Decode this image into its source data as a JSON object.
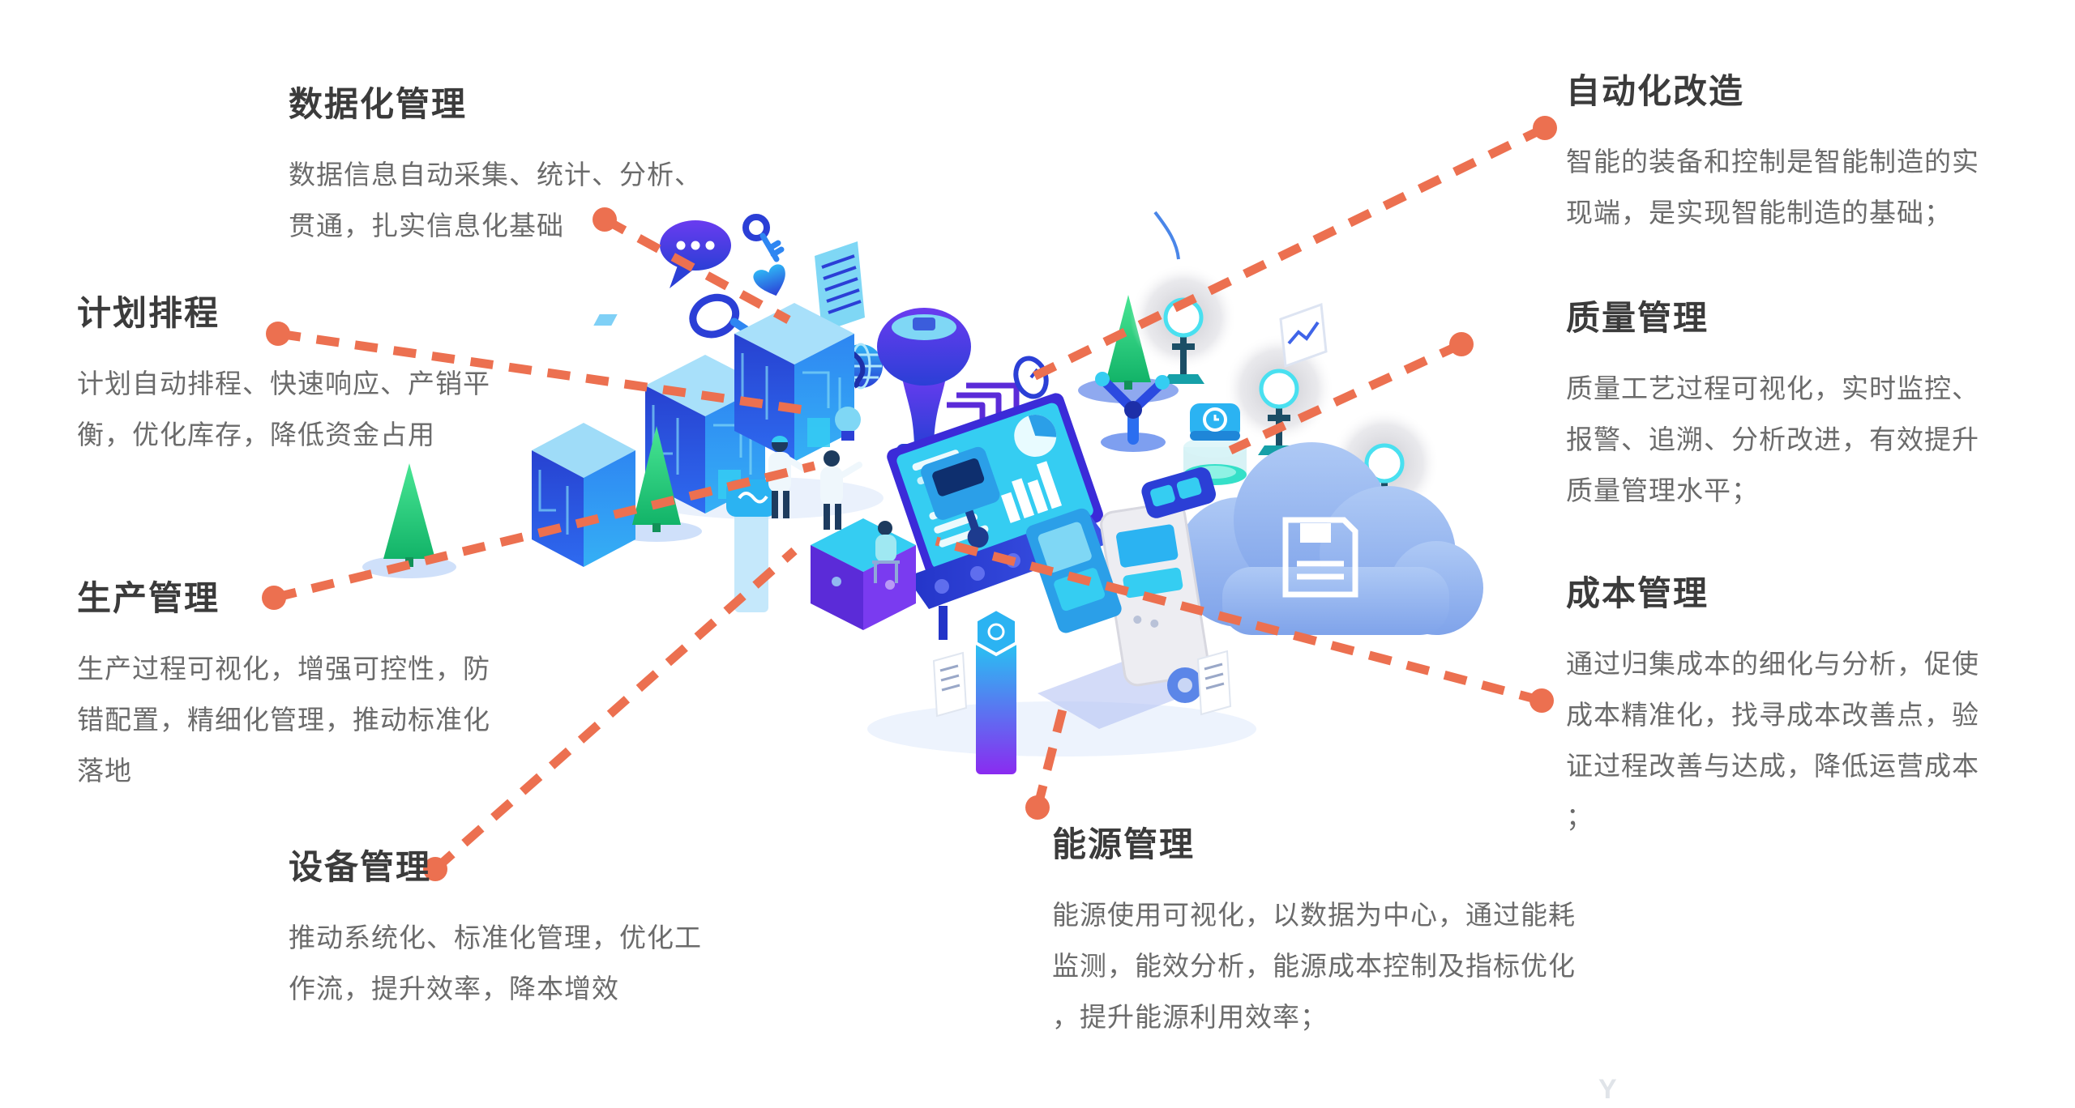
{
  "colors": {
    "accent": "#EC7050",
    "title_text": "#3B3B3B",
    "body_text": "#6B6B6B"
  },
  "watermark": "Y",
  "callouts": {
    "data_management": {
      "title": "数据化管理",
      "lines": [
        "数据信息自动采集、统计、分析、",
        "贯通，扎实信息化基础"
      ]
    },
    "plan_scheduling": {
      "title": "计划排程",
      "lines": [
        "计划自动排程、快速响应、产销平",
        "衡，优化库存，降低资金占用"
      ]
    },
    "production_management": {
      "title": "生产管理",
      "lines": [
        "生产过程可视化，增强可控性，防",
        "错配置，精细化管理，推动标准化",
        "落地"
      ]
    },
    "equipment_management": {
      "title": "设备管理",
      "lines": [
        "推动系统化、标准化管理，优化工",
        "作流，提升效率，降本增效"
      ]
    },
    "automation_upgrade": {
      "title": "自动化改造",
      "lines": [
        "智能的装备和控制是智能制造的实",
        "现端，是实现智能制造的基础；"
      ]
    },
    "quality_management": {
      "title": "质量管理",
      "lines": [
        "质量工艺过程可视化，实时监控、",
        "报警、追溯、分析改进，有效提升",
        "质量管理水平；"
      ]
    },
    "cost_management": {
      "title": "成本管理",
      "lines": [
        "通过归集成本的细化与分析，促使",
        "成本精准化，找寻成本改善点，验",
        "证过程改善与达成，降低运营成本",
        "；"
      ]
    },
    "energy_management": {
      "title": "能源管理",
      "lines": [
        "能源使用可视化，以数据为中心，通过能耗",
        "监测，能效分析，能源成本控制及指标优化",
        "，提升能源利用效率；"
      ]
    }
  },
  "illustration": {
    "description": "isometric smart-factory scene",
    "elements": [
      "circuit-cubes",
      "funnel-device",
      "speech-bubble-icon",
      "key-icon",
      "heart-icon",
      "document-icon",
      "magnifier-icon",
      "globe-icon",
      "pine-trees",
      "street-lamps",
      "cloud-storage",
      "floppy-disk-icon",
      "clock-jar",
      "chart-card",
      "dashboard-screen",
      "bar-chart",
      "pie-chart",
      "conveyor",
      "press-machine",
      "robot-arm",
      "kiosk-machine",
      "purple-cube",
      "gradient-pillar",
      "workers"
    ]
  }
}
